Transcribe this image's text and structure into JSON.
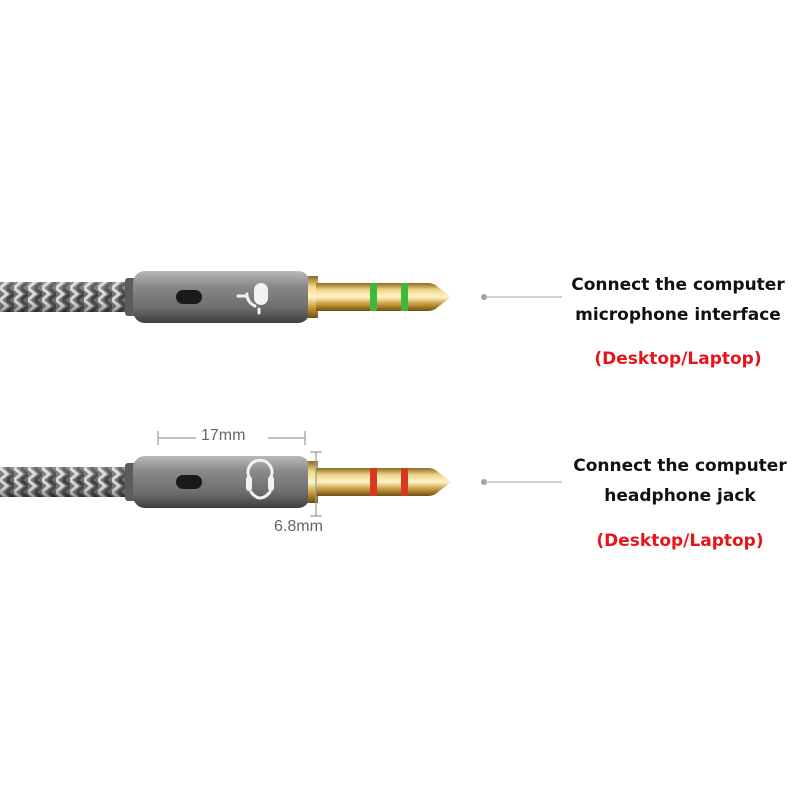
{
  "plugs": [
    {
      "icon": "microphone-icon",
      "ring_color": "#3db83a",
      "caption_lines": [
        "Connect the computer",
        "microphone interface"
      ],
      "device": "(Desktop/Laptop)"
    },
    {
      "icon": "headphone-icon",
      "ring_color": "#d9371e",
      "caption_lines": [
        "Connect the computer",
        "headphone jack"
      ],
      "device": "(Desktop/Laptop)"
    }
  ],
  "dimensions": {
    "length": "17mm",
    "diameter": "6.8mm"
  },
  "colors": {
    "device_text": "#e8141b",
    "housing": "#7d7d7d",
    "gold": "#d9b456",
    "pointer_line": "#b5b5b5"
  }
}
